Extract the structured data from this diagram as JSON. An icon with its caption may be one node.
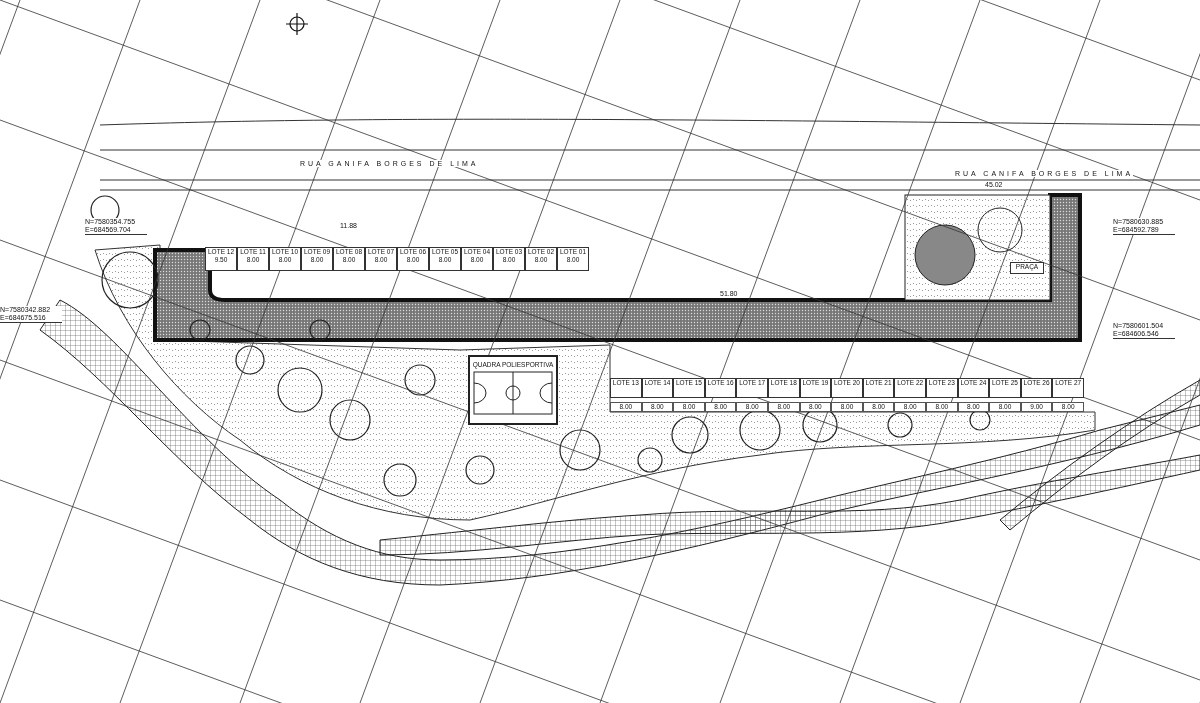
{
  "diagram": {
    "nodes": [
      {
        "text": [
          "LOTE 12",
          "9.50"
        ]
      },
      {
        "text": [
          "LOTE 11",
          "8.00"
        ]
      },
      {
        "text": [
          "LOTE 10",
          "8.00"
        ]
      },
      {
        "text": [
          "LOTE 09",
          "8.00"
        ]
      },
      {
        "text": [
          "LOTE 08",
          "8.00"
        ]
      },
      {
        "text": [
          "LOTE 07",
          "8.00"
        ]
      },
      {
        "text": [
          "LOTE 06",
          "8.00"
        ]
      },
      {
        "text": [
          "LOTE 05",
          "8.00"
        ]
      },
      {
        "text": [
          "LOTE 04",
          "8.00"
        ]
      },
      {
        "text": [
          "LOTE 03",
          "8.00"
        ]
      },
      {
        "text": [
          "LOTE 02",
          "8.00"
        ]
      },
      {
        "text": [
          "LOTE 01",
          "8.00"
        ]
      },
      {
        "text": [
          "PRAÇA"
        ]
      },
      {
        "text": [
          "QUADRA POLIESPORTIVA"
        ]
      },
      {
        "text": [
          "LOTE 13"
        ],
        "beside": [
          "8.00"
        ]
      },
      {
        "text": [
          "LOTE 14"
        ],
        "beside": [
          "8.00"
        ]
      },
      {
        "text": [
          "LOTE 15"
        ],
        "beside": [
          "8.00"
        ]
      },
      {
        "text": [
          "LOTE 16"
        ],
        "beside": [
          "8.00"
        ]
      },
      {
        "text": [
          "LOTE 17"
        ],
        "beside": [
          "8.00"
        ]
      },
      {
        "text": [
          "LOTE 18"
        ],
        "beside": [
          "8.00"
        ]
      },
      {
        "text": [
          "LOTE 19"
        ],
        "beside": [
          "8.00"
        ]
      },
      {
        "text": [
          "LOTE 20"
        ],
        "beside": [
          "8.00"
        ]
      },
      {
        "text": [
          "LOTE 21"
        ],
        "beside": [
          "8.00"
        ]
      },
      {
        "text": [
          "LOTE 22"
        ],
        "beside": [
          "8.00"
        ]
      },
      {
        "text": [
          "LOTE 23"
        ],
        "beside": [
          "8.00"
        ]
      },
      {
        "text": [
          "LOTE 24"
        ],
        "beside": [
          "8.00"
        ]
      },
      {
        "text": [
          "LOTE 25"
        ],
        "beside": [
          "8.00"
        ]
      },
      {
        "text": [
          "LOTE 26"
        ],
        "beside": [
          "9.00"
        ]
      },
      {
        "text": [
          "LOTE 27"
        ],
        "beside": [
          "8.00"
        ]
      }
    ],
    "labels": [
      "RUA GANIFA BORGES DE LIMA",
      "RUA CANIFA BORGES DE LIMA",
      "45.02",
      "N=7580354.755 E=684569.704",
      "N=7580630.885 E=684592.789",
      "11.88",
      "51.80",
      "N=7580342.882 E=684675.516",
      "N=7580601.504 E=684606.546"
    ]
  }
}
